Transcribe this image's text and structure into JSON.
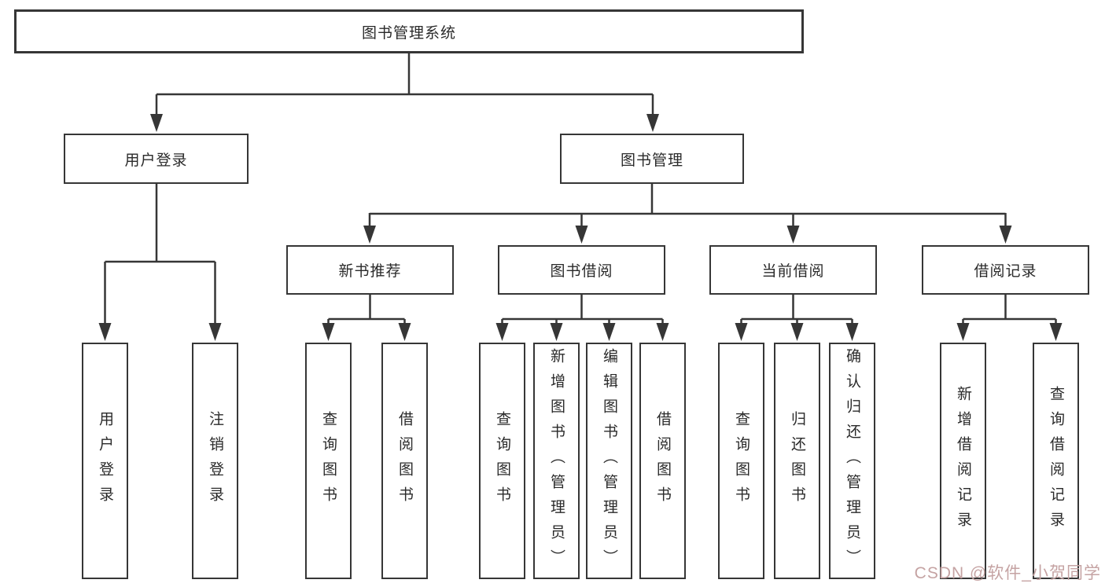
{
  "tree": {
    "label": "图书管理系统",
    "children": [
      {
        "label": "用户登录",
        "children": [
          {
            "label": "用户登录"
          },
          {
            "label": "注销登录"
          }
        ]
      },
      {
        "label": "图书管理",
        "children": [
          {
            "label": "新书推荐",
            "children": [
              {
                "label": "查询图书"
              },
              {
                "label": "借阅图书"
              }
            ]
          },
          {
            "label": "图书借阅",
            "children": [
              {
                "label": "查询图书"
              },
              {
                "label": "新增图书（管理员）"
              },
              {
                "label": "编辑图书（管理员）"
              },
              {
                "label": "借阅图书"
              }
            ]
          },
          {
            "label": "当前借阅",
            "children": [
              {
                "label": "查询图书"
              },
              {
                "label": "归还图书"
              },
              {
                "label": "确认归还（管理员）"
              }
            ]
          },
          {
            "label": "借阅记录",
            "children": [
              {
                "label": "新增借阅记录"
              },
              {
                "label": "查询借阅记录"
              }
            ]
          }
        ]
      }
    ]
  },
  "watermark": {
    "text": "CSDN @软件_小贺同学"
  },
  "colors": {
    "line": "#363636",
    "box_border": "#363636",
    "text": "#2a2a2a",
    "watermark": "#c5a3a3",
    "background": "#ffffff"
  }
}
